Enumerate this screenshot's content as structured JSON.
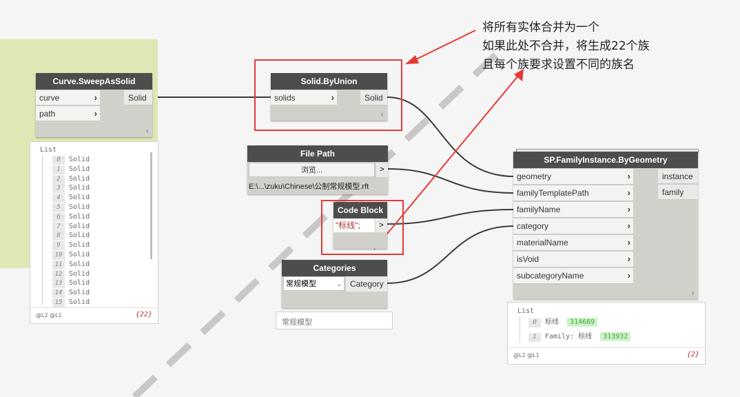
{
  "annotation": {
    "lines": [
      "将所有实体合并为一个",
      "如果此处不合并，将生成22个族",
      "且每个族要求设置不同的族名"
    ]
  },
  "sweep_node": {
    "title": "Curve.SweepAsSolid",
    "inputs": [
      "curve",
      "path"
    ],
    "output": "Solid",
    "footer_mark": "ı"
  },
  "sweep_preview": {
    "header": "List",
    "items": [
      {
        "index": "0",
        "value": "Solid"
      },
      {
        "index": "1",
        "value": "Solid"
      },
      {
        "index": "2",
        "value": "Solid"
      },
      {
        "index": "3",
        "value": "Solid"
      },
      {
        "index": "4",
        "value": "Solid"
      },
      {
        "index": "5",
        "value": "Solid"
      },
      {
        "index": "6",
        "value": "Solid"
      },
      {
        "index": "7",
        "value": "Solid"
      },
      {
        "index": "8",
        "value": "Solid"
      },
      {
        "index": "9",
        "value": "Solid"
      },
      {
        "index": "10",
        "value": "Solid"
      },
      {
        "index": "11",
        "value": "Solid"
      },
      {
        "index": "12",
        "value": "Solid"
      },
      {
        "index": "13",
        "value": "Solid"
      },
      {
        "index": "14",
        "value": "Solid"
      },
      {
        "index": "15",
        "value": "Solid"
      }
    ],
    "levels": "@L2 @L1",
    "count": "{22}"
  },
  "union_node": {
    "title": "Solid.ByUnion",
    "input": "solids",
    "output": "Solid",
    "footer_mark": "ı"
  },
  "filepath_node": {
    "title": "File Path",
    "button_label": "浏览...",
    "output_glyph": ">",
    "path_value": "E:\\...\\zuku\\Chinese\\公制常规模型.rft"
  },
  "codeblock_node": {
    "title": "Code Block",
    "code_string": "\"标线\"",
    "code_terminator": ";",
    "output_glyph": ">"
  },
  "categories_node": {
    "title": "Categories",
    "selected": "常规模型",
    "output": "Category",
    "preview_value": "常规模型"
  },
  "family_node": {
    "title": "SP.FamilyInstance.ByGeometry",
    "inputs": [
      "geometry",
      "familyTemplatePath",
      "familyName",
      "category",
      "materialName",
      "isVoid",
      "subcategoryName"
    ],
    "outputs": [
      "instance",
      "family"
    ],
    "footer_mark": "ı"
  },
  "family_preview": {
    "header": "List",
    "items": [
      {
        "index": "0",
        "label": "标线",
        "value": "314669"
      },
      {
        "index": "1",
        "label": "Family: 标线",
        "value": "313932"
      }
    ],
    "levels": "@L2 @L1",
    "count": "{2}"
  },
  "colors": {
    "node_header": "#4d4d4d",
    "node_body": "#d1d0cb",
    "group_bg": "#dfe7b4",
    "annotation_red": "#e53935",
    "value_highlight": "#ccf3c6"
  }
}
